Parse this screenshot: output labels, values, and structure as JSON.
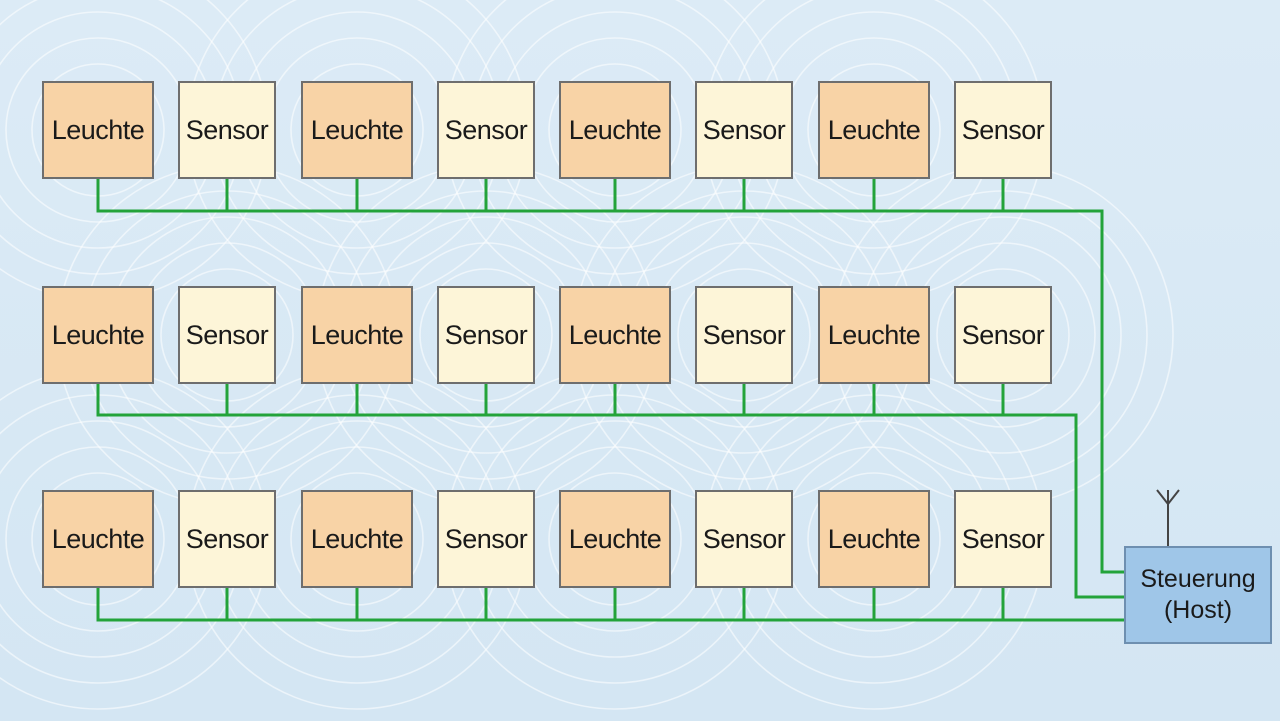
{
  "rows": [
    {
      "nodes": [
        "Leuchte",
        "Sensor",
        "Leuchte",
        "Sensor",
        "Leuchte",
        "Sensor",
        "Leuchte",
        "Sensor"
      ]
    },
    {
      "nodes": [
        "Leuchte",
        "Sensor",
        "Leuchte",
        "Sensor",
        "Leuchte",
        "Sensor",
        "Leuchte",
        "Sensor"
      ]
    },
    {
      "nodes": [
        "Leuchte",
        "Sensor",
        "Leuchte",
        "Sensor",
        "Leuchte",
        "Sensor",
        "Leuchte",
        "Sensor"
      ]
    }
  ],
  "host": {
    "line1": "Steuerung",
    "line2": "(Host)"
  },
  "icons": {
    "antenna": "antenna-icon"
  },
  "colors": {
    "leuchte": "#f8d3a6",
    "sensor": "#fdf5d8",
    "host": "#9fc6e8",
    "bus": "#23a33a",
    "background": "#d9e9f5",
    "waves": "#ffffff"
  }
}
